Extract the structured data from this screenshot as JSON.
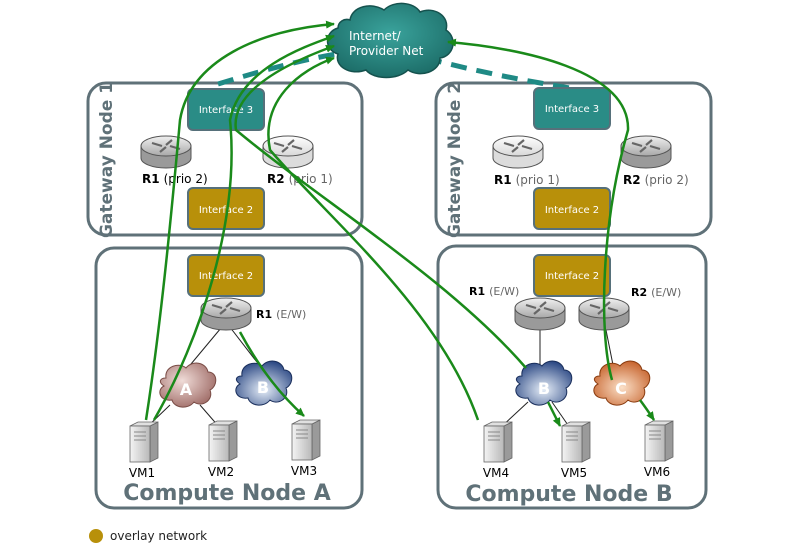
{
  "cloud": {
    "line1": "Internet/",
    "line2": "Provider Net"
  },
  "gateway_nodes": [
    {
      "title": "Gateway Node 1",
      "iface3": "Interface 3",
      "iface2": "Interface 2",
      "r1_name": "R1",
      "r1_role": "(prio 2)",
      "r2_name": "R2",
      "r2_role": "(prio 1)"
    },
    {
      "title": "Gateway Node 2",
      "iface3": "Interface 3",
      "iface2": "Interface 2",
      "r1_name": "R1",
      "r1_role": "(prio 1)",
      "r2_name": "R2",
      "r2_role": "(prio 2)"
    }
  ],
  "compute_nodes": [
    {
      "title": "Compute Node A",
      "iface2": "Interface 2",
      "router_name": "R1",
      "router_role": "(E/W)",
      "networks": [
        "A",
        "B"
      ],
      "vms": [
        "VM1",
        "VM2",
        "VM3"
      ]
    },
    {
      "title": "Compute Node B",
      "iface2": "Interface 2",
      "r1_name": "R1",
      "r1_role": "(E/W)",
      "r2_name": "R2",
      "r2_role": "(E/W)",
      "networks": [
        "B",
        "C"
      ],
      "vms": [
        "VM4",
        "VM5",
        "VM6"
      ]
    }
  ],
  "legend": {
    "label": "overlay network"
  },
  "colors": {
    "node_border": "#5f7178",
    "teal": "#2a8c86",
    "teal_dark": "#1e6f6a",
    "gold": "#b8900a",
    "gold_dark": "#8a6a06",
    "arrow": "#1a8a1a",
    "overlay_dash": "#1f8a85",
    "net_a": "#a8706a",
    "net_b": "#2c4a8a",
    "net_c": "#c8601a"
  }
}
